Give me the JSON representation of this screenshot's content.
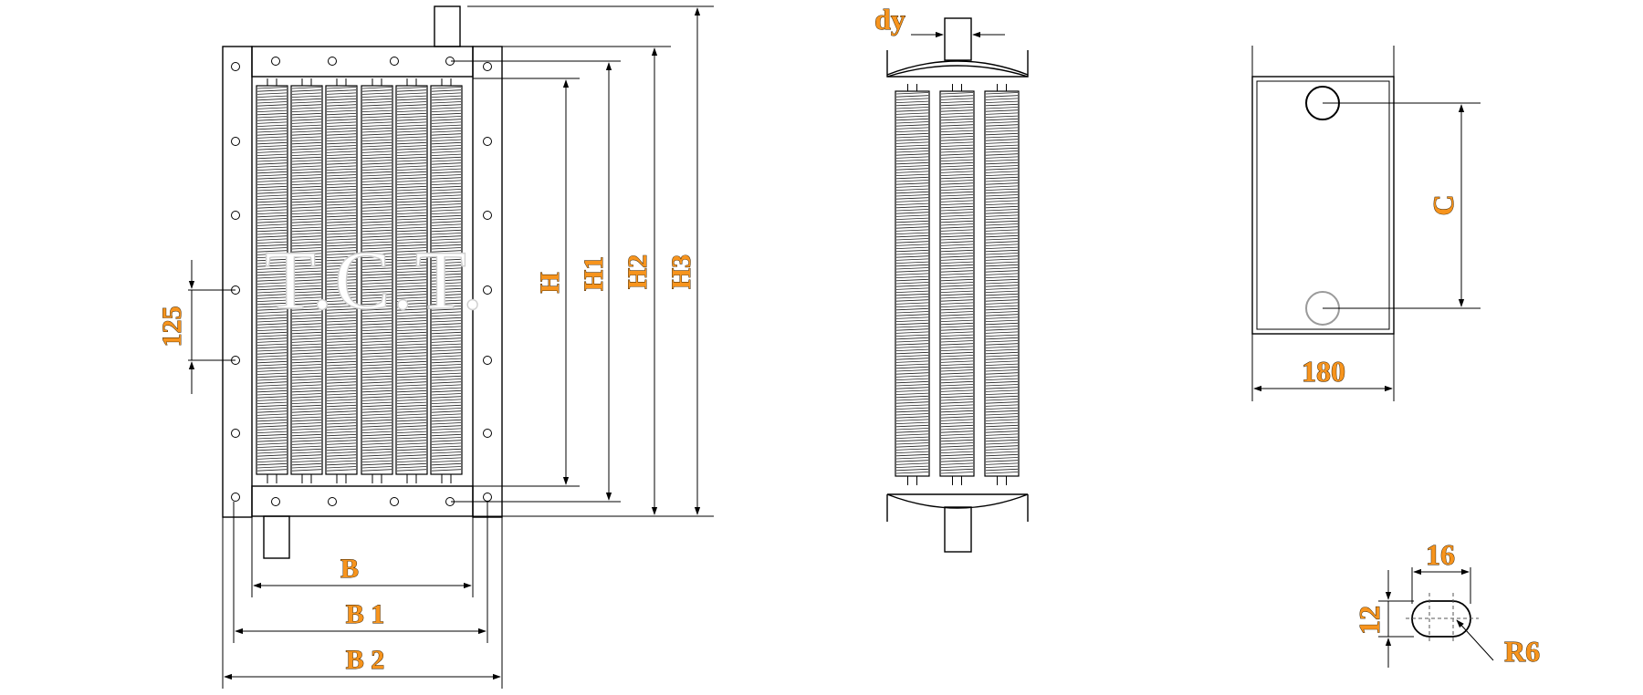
{
  "watermark": "T.C.T.",
  "front_view": {
    "height_labels": [
      "H",
      "H1",
      "H2",
      "H3"
    ],
    "width_labels": [
      "B",
      "B 1",
      "B 2"
    ],
    "pitch_label": "125"
  },
  "side_view": {
    "pipe_label": "dy"
  },
  "flange_view": {
    "spacing_label": "C",
    "width_label": "180"
  },
  "slot_detail": {
    "length_label": "16",
    "height_label": "12",
    "radius_label": "R6"
  },
  "colors": {
    "label_fill": "#f7941d",
    "line": "#000000",
    "watermark_stroke": "#cfcfcf"
  }
}
